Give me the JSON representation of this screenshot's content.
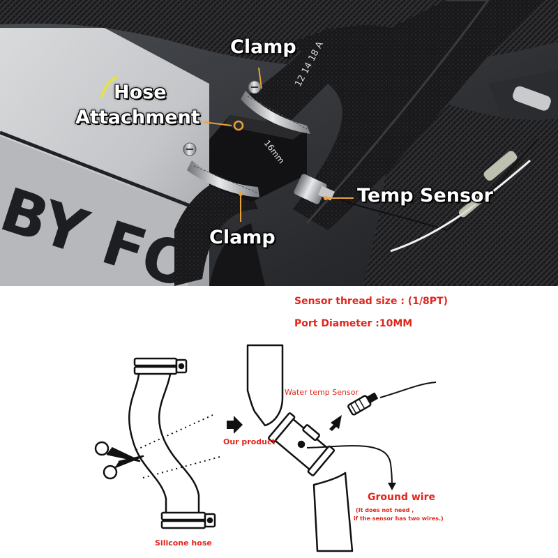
{
  "photo": {
    "labels": {
      "clamp_top": "Clamp",
      "hose_attachment_line1": "Hose",
      "hose_attachment_line2": "Attachment",
      "temp_sensor": "Temp Sensor",
      "clamp_bottom": "Clamp"
    },
    "hose_print": "12 14 18 A",
    "fitting_print": "16mm",
    "cover_text": "BY FO",
    "marker_color": "#e8a23c"
  },
  "diagram": {
    "spec_thread": "Sensor thread size : (1/8PT)",
    "spec_port": "Port Diameter :10MM",
    "water_temp_sensor": "Water temp Sensor",
    "our_product": "Our product",
    "ground_wire": "Ground wire",
    "ground_note_line1": "(It does not need ,",
    "ground_note_line2": "if the sensor has two wires.)",
    "silicone_hose": "Silicone hose",
    "label_color": "#e0261c"
  }
}
